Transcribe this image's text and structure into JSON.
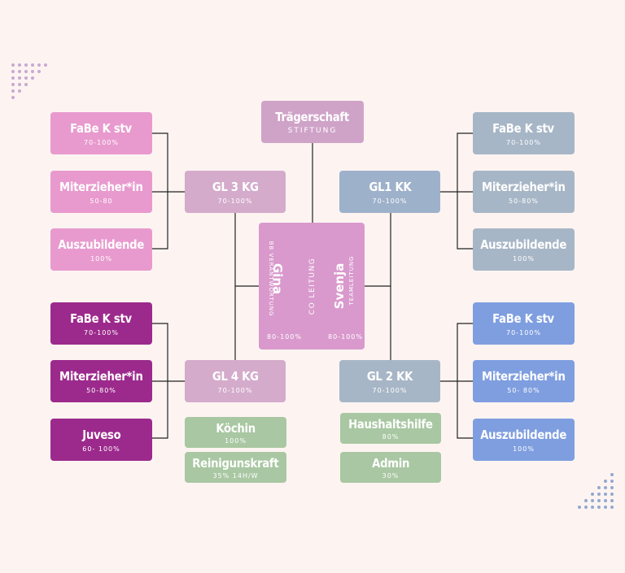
{
  "top": {
    "title": "Trägerschaft",
    "sub": "STIFTUNG"
  },
  "center": {
    "left_name": "Gina",
    "left_role": "BB VERANTWORTUNG",
    "middle_role": "CO LEITUNG",
    "right_name": "Svenja",
    "right_role": "TEAMLEITUNG",
    "left_pct": "80-100%",
    "right_pct": "80-100%"
  },
  "gl3": {
    "title": "GL 3 KG",
    "sub": "70-100%"
  },
  "gl1": {
    "title": "GL1 KK",
    "sub": "70-100%"
  },
  "gl4": {
    "title": "GL 4 KG",
    "sub": "70-100%"
  },
  "gl2": {
    "title": "GL 2 KK",
    "sub": "70-100%"
  },
  "left_top": [
    {
      "title": "FaBe K stv",
      "sub": "70-100%"
    },
    {
      "title": "Miterzieher*in",
      "sub": "50-80"
    },
    {
      "title": "Auszubildende",
      "sub": "100%"
    }
  ],
  "left_bottom": [
    {
      "title": "FaBe K stv",
      "sub": "70-100%"
    },
    {
      "title": "Miterzieher*in",
      "sub": "50-80%"
    },
    {
      "title": "Juveso",
      "sub": "60- 100%"
    }
  ],
  "right_top": [
    {
      "title": "FaBe K stv",
      "sub": "70-100%"
    },
    {
      "title": "Miterzieher*in",
      "sub": "50-80%"
    },
    {
      "title": "Auszubildende",
      "sub": "100%"
    }
  ],
  "right_bottom": [
    {
      "title": "FaBe K stv",
      "sub": "70-100%"
    },
    {
      "title": "Miterzieher*in",
      "sub": "50- 80%"
    },
    {
      "title": "Auszubildende",
      "sub": "100%"
    }
  ],
  "green_left": [
    {
      "title": "Köchin",
      "sub": "100%"
    },
    {
      "title": "Reinigunskraft",
      "sub": "35% 14H/W"
    }
  ],
  "green_right": [
    {
      "title": "Haushaltshilfe",
      "sub": "80%"
    },
    {
      "title": "Admin",
      "sub": "30%"
    }
  ]
}
